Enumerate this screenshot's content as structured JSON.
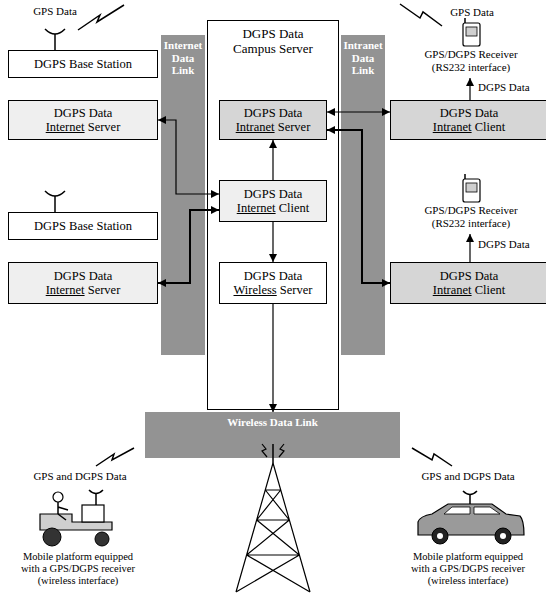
{
  "diagram": {
    "nodes": [
      {
        "text": [
          "DGPS Data Campus Server"
        ]
      },
      {
        "text": [
          "DGPS Base Station"
        ]
      },
      {
        "text": [
          "DGPS Data Internet Server"
        ]
      },
      {
        "text": [
          "DGPS Base Station"
        ]
      },
      {
        "text": [
          "DGPS Data Internet Server"
        ]
      },
      {
        "text": [
          "Internet Data Link"
        ]
      },
      {
        "text": [
          "DGPS Data Intranet Server"
        ],
        "in": 0
      },
      {
        "text": [
          "DGPS Data Internet Client"
        ],
        "in": 0
      },
      {
        "text": [
          "DGPS Data Wireless Server"
        ],
        "in": 0
      },
      {
        "text": [
          "Intranet Data Link"
        ]
      },
      {
        "text": [
          "DGPS Data Intranet Client"
        ]
      },
      {
        "text": [
          "DGPS Data Intranet Client"
        ]
      },
      {
        "text": [
          "Wireless Data Link"
        ]
      }
    ],
    "edges": [
      {
        "from": 2,
        "to": 7,
        "arrow": "both"
      },
      {
        "from": 4,
        "to": 7,
        "arrow": "both"
      },
      {
        "from": 6,
        "to": 10,
        "arrow": "both"
      },
      {
        "from": 6,
        "to": 11,
        "arrow": "both"
      },
      {
        "from": 7,
        "to": 6,
        "arrow": "to"
      },
      {
        "from": 7,
        "to": 8,
        "arrow": "to"
      },
      {
        "from": 8,
        "to": 12,
        "arrow": "to"
      }
    ],
    "labels": [
      "GPS Data",
      "GPS Data",
      "GPS/DGPS Receiver (RS232 interface)",
      "DGPS Data",
      "GPS/DGPS Receiver (RS232 interface)",
      "DGPS Data",
      "GPS and DGPS Data",
      "GPS and DGPS Data",
      "Mobile platform equipped with a GPS/DGPS receiver (wireless interface)",
      "Mobile platform equipped with a GPS/DGPS receiver (wireless interface)"
    ]
  }
}
